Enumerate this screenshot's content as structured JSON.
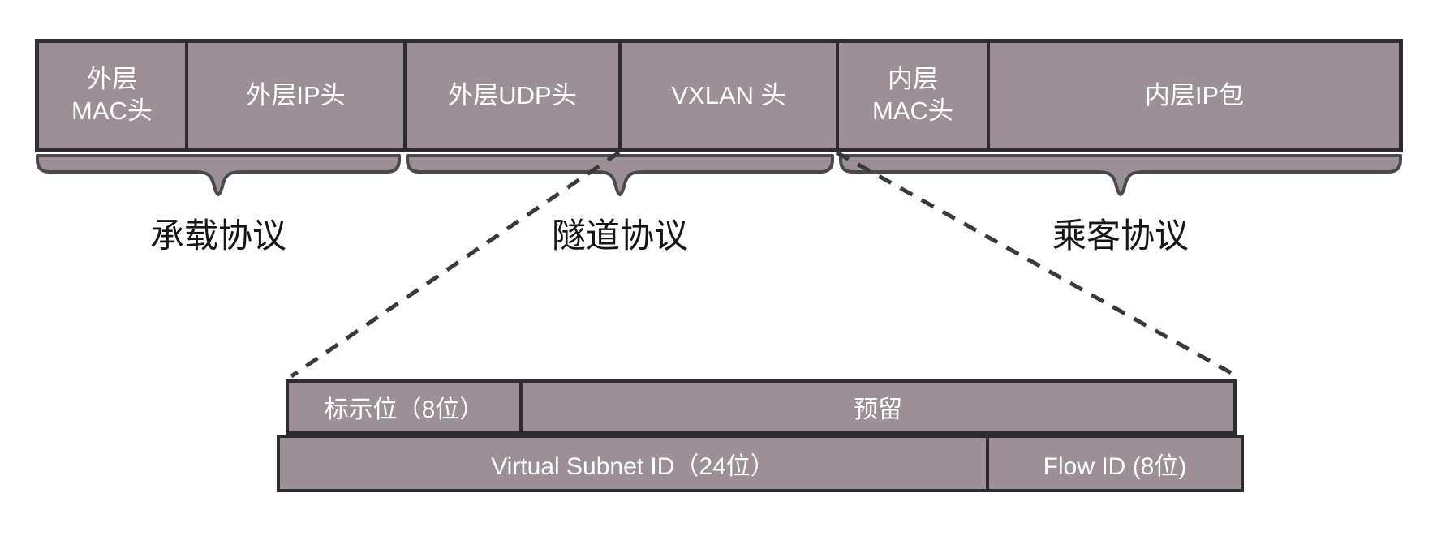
{
  "diagram": {
    "type": "vxlan-packet-structure",
    "colors": {
      "box_fill": "#9c8f96",
      "box_border": "#2e2c2e",
      "brace_stroke": "#4a484a",
      "text_on_box": "#ffffff",
      "label_text": "#151515",
      "dash": "#3a3a3a",
      "page_bg": "#ffffff"
    },
    "packet_fields": [
      {
        "label": "外层\nMAC头"
      },
      {
        "label": "外层IP头"
      },
      {
        "label": "外层UDP头"
      },
      {
        "label": "VXLAN 头"
      },
      {
        "label": "内层\nMAC头"
      },
      {
        "label": "内层IP包"
      }
    ],
    "protocol_groups": [
      {
        "label": "承载协议",
        "covers": "外层MAC头 + 外层IP头"
      },
      {
        "label": "隧道协议",
        "covers": "外层UDP头 + VXLAN 头"
      },
      {
        "label": "乘客协议",
        "covers": "内层MAC头 + 内层IP包"
      }
    ],
    "vxlan_header_detail": {
      "row1": [
        {
          "label": "标示位（8位）"
        },
        {
          "label": "预留"
        }
      ],
      "row2": [
        {
          "label": "Virtual Subnet ID（24位）"
        },
        {
          "label": "Flow ID (8位)"
        }
      ]
    }
  }
}
